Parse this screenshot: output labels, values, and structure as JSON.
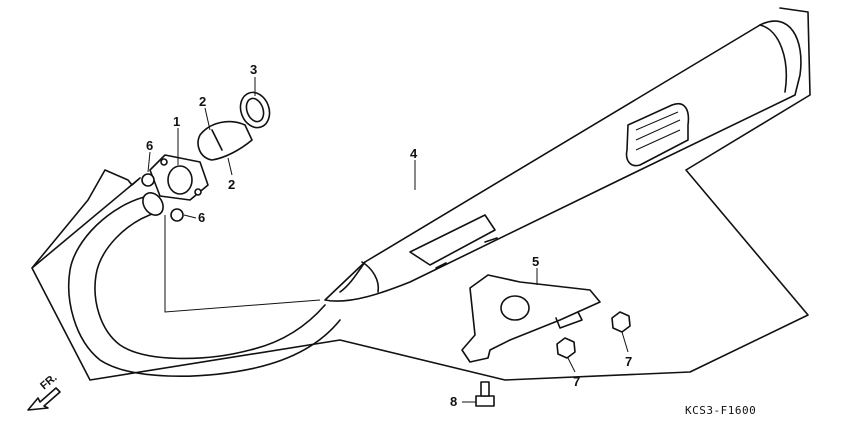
{
  "diagram": {
    "callouts": [
      {
        "id": "c1",
        "label": "1"
      },
      {
        "id": "c2a",
        "label": "2"
      },
      {
        "id": "c2b",
        "label": "2"
      },
      {
        "id": "c3",
        "label": "3"
      },
      {
        "id": "c4",
        "label": "4"
      },
      {
        "id": "c5",
        "label": "5"
      },
      {
        "id": "c6a",
        "label": "6"
      },
      {
        "id": "c6b",
        "label": "6"
      },
      {
        "id": "c7a",
        "label": "7"
      },
      {
        "id": "c7b",
        "label": "7"
      },
      {
        "id": "c8",
        "label": "8"
      }
    ],
    "direction_label": "FR.",
    "drawing_code": "KCS3-F1600",
    "colors": {
      "line": "#111111",
      "background": "#ffffff"
    }
  }
}
